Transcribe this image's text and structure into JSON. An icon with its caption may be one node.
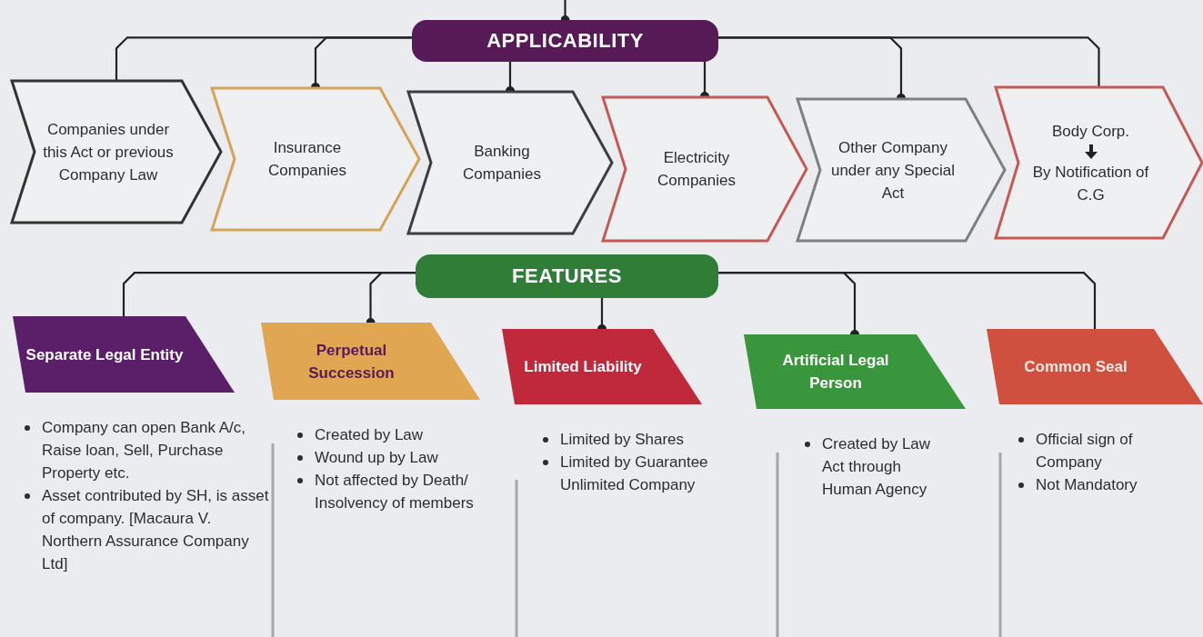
{
  "diagram": {
    "nodes": [
      {
        "text": [
          "APPLICABILITY"
        ]
      },
      {
        "text": [
          "Companies under this Act or previous Company Law"
        ]
      },
      {
        "text": [
          "Insurance Companies"
        ]
      },
      {
        "text": [
          "Banking Companies"
        ]
      },
      {
        "text": [
          "Electricity Companies"
        ]
      },
      {
        "text": [
          "Other Company under any Special Act"
        ]
      },
      {
        "text": [
          "Body Corp.",
          "By Notification of C.G"
        ]
      },
      {
        "text": [
          "FEATURES"
        ]
      },
      {
        "text": [
          "Separate Legal Entity"
        ],
        "beside": [
          "Company can open Bank A/c, Raise loan, Sell, Purchase Property etc.",
          "Asset contributed by SH, is asset of company. [Macaura V. Northern Assurance Company Ltd]"
        ]
      },
      {
        "text": [
          "Perpetual Succession"
        ],
        "beside": [
          "Created by Law",
          "Wound up by Law",
          "Not affected by Death/ Insolvency of members"
        ]
      },
      {
        "text": [
          "Limited Liability"
        ],
        "beside": [
          "Limited by Shares",
          "Limited by Guarantee Unlimited Company"
        ]
      },
      {
        "text": [
          "Artificial Legal Person"
        ],
        "beside": [
          "Created by Law Act through Human Agency"
        ]
      },
      {
        "text": [
          "Common Seal"
        ],
        "beside": [
          "Official sign of Company",
          "Not Mandatory"
        ]
      }
    ],
    "edges": [
      {
        "from": null,
        "to": 0,
        "arrow": "other"
      },
      {
        "from": 0,
        "to": 1,
        "arrow": "none"
      },
      {
        "from": 0,
        "to": 2,
        "arrow": "other"
      },
      {
        "from": 0,
        "to": 3,
        "arrow": "other"
      },
      {
        "from": 0,
        "to": 4,
        "arrow": "other"
      },
      {
        "from": 0,
        "to": 5,
        "arrow": "other"
      },
      {
        "from": 0,
        "to": 6,
        "arrow": "none"
      },
      {
        "from": 7,
        "to": 8,
        "arrow": "none"
      },
      {
        "from": 7,
        "to": 9,
        "arrow": "other"
      },
      {
        "from": 7,
        "to": 10,
        "arrow": "other"
      },
      {
        "from": 7,
        "to": 11,
        "arrow": "other"
      },
      {
        "from": 7,
        "to": 12,
        "arrow": "none"
      }
    ]
  }
}
